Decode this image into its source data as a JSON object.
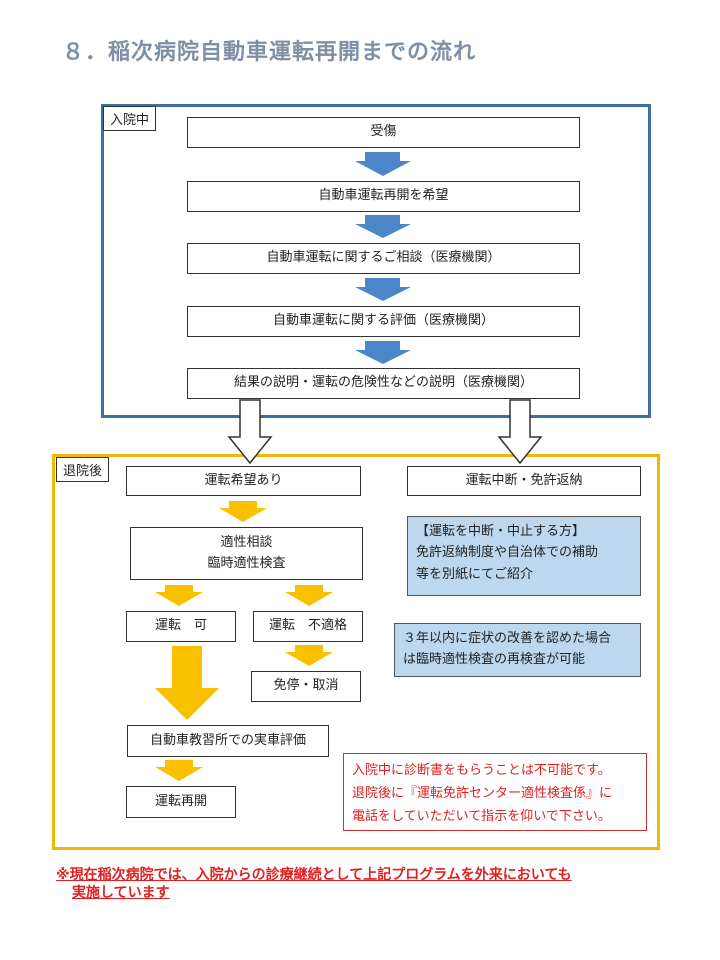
{
  "page": {
    "title": "８．稲次病院自動車運転再開までの流れ"
  },
  "inpatient": {
    "label": "入院中",
    "steps": [
      "受傷",
      "自動車運転再開を希望",
      "自動車運転に関するご相談（医療機関）",
      "自動車運転に関する評価（医療機関）",
      "結果の説明・運転の危険性などの説明（医療機関）"
    ]
  },
  "discharge": {
    "label": "退院後",
    "wish_drive": "運転希望あり",
    "stop_return": "運転中断・免許返納",
    "consult_line1": "適性相談",
    "consult_line2": "臨時適性検査",
    "result_ok": "運転　可",
    "result_ng": "運転　不適格",
    "suspend": "免停・取消",
    "school_eval": "自動車教習所での実車評価",
    "resume": "運転再開",
    "stop_note": {
      "line1": "【運転を中断・中止する方】",
      "line2": "免許返納制度や自治体での補助",
      "line3": "等を別紙にてご紹介"
    },
    "retest_note": {
      "line1": "３年以内に症状の改善を認めた場合",
      "line2": "は臨時適性検査の再検査が可能"
    },
    "red_note": {
      "line1": "入院中に診断書をもらうことは不可能です。",
      "line2": "退院後に『運転免許センター適性検査係』に",
      "line3": "電話をしていただいて指示を仰いで下さい。"
    }
  },
  "footer": {
    "line1": "※現在稲次病院では、入院からの診療継続として上記プログラムを外来においても",
    "line2": "実施しています"
  },
  "colors": {
    "title": "#7f8fa6",
    "inpatient_border": "#3f6f9d",
    "inpatient_arrow": "#4a86c8",
    "discharge_border": "#f2b705",
    "discharge_arrow": "#f9c000",
    "note_fill": "#bdd7ee",
    "warning_text": "#e02020"
  }
}
